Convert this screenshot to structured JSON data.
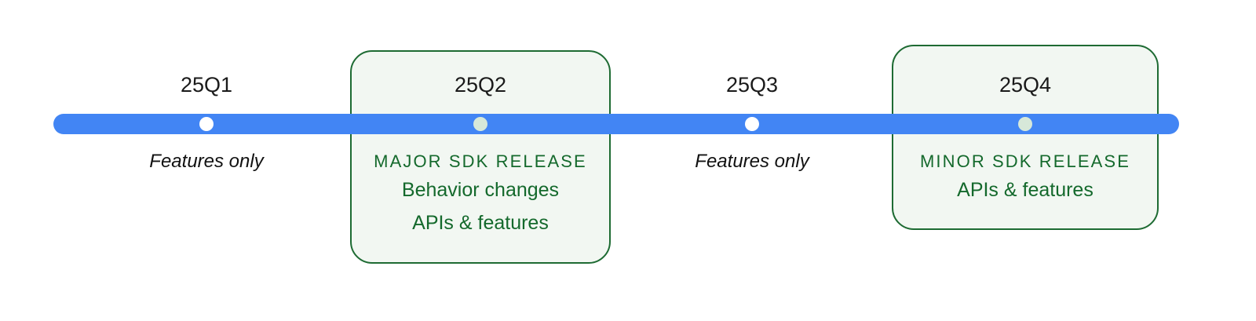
{
  "diagram": {
    "type": "release-timeline",
    "colors": {
      "timeline_bar": "#4285f4",
      "card_background": "#f2f7f2",
      "card_border": "#1e6b33",
      "release_text": "#14692c",
      "label_text": "#1a1a1a",
      "dot_plain": "#ffffff",
      "dot_release": "#d7e8d9"
    },
    "quarters": [
      {
        "id": "q1",
        "label": "25Q1",
        "highlighted": false,
        "marker": "dot-plain-icon",
        "note": "Features only"
      },
      {
        "id": "q2",
        "label": "25Q2",
        "highlighted": true,
        "marker": "dot-release-icon",
        "kicker": "MAJOR SDK RELEASE",
        "lines": [
          "Behavior changes",
          "APIs & features"
        ]
      },
      {
        "id": "q3",
        "label": "25Q3",
        "highlighted": false,
        "marker": "dot-plain-icon",
        "note": "Features only"
      },
      {
        "id": "q4",
        "label": "25Q4",
        "highlighted": true,
        "marker": "dot-release-icon",
        "kicker": "MINOR SDK RELEASE",
        "lines": [
          "APIs & features"
        ]
      }
    ]
  }
}
